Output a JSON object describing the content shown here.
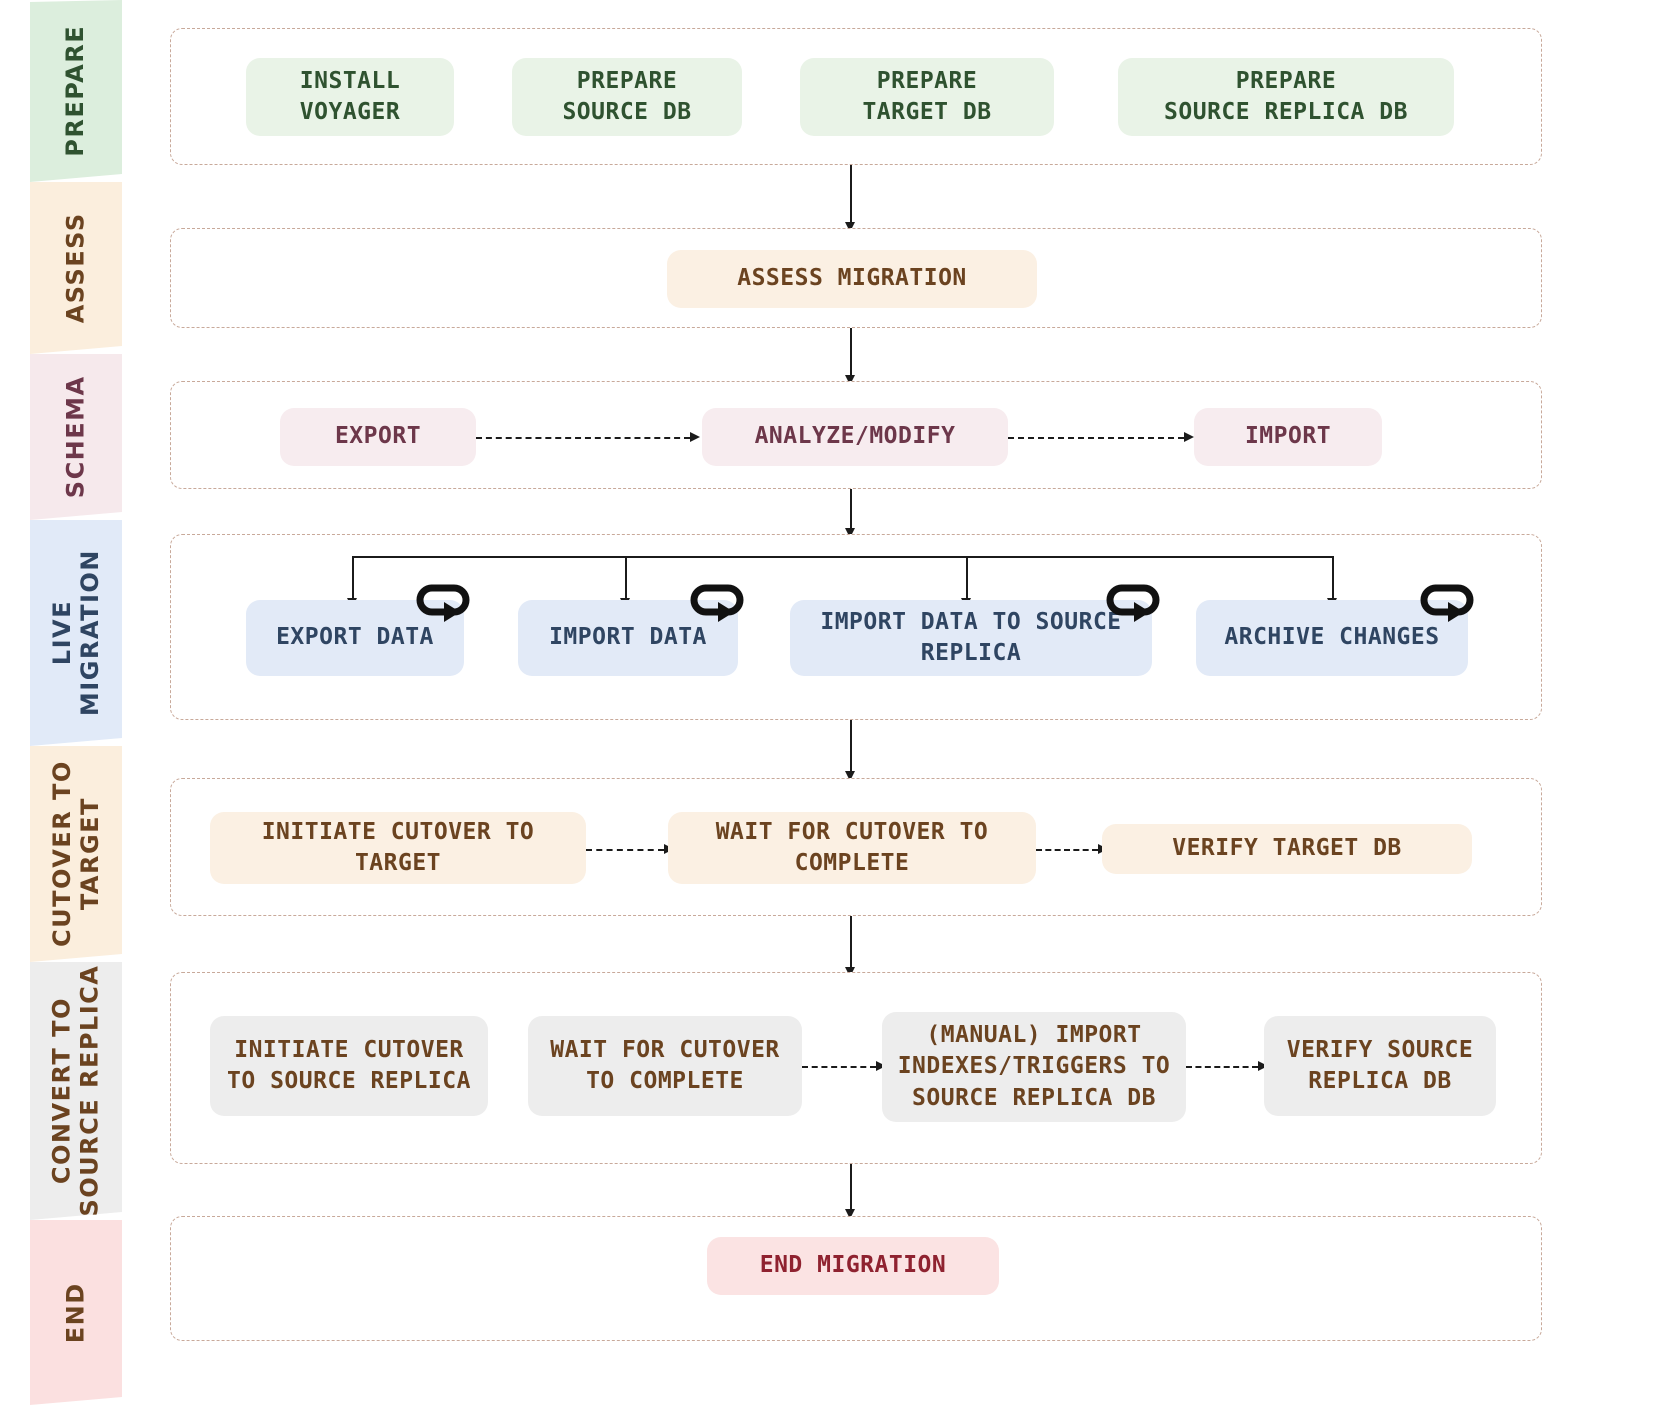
{
  "diagram": {
    "title": "YugabyteDB Voyager live migration with fall-forward workflow",
    "colors": {
      "prepare_band": "#dceedd",
      "prepare_text": "#2f5230",
      "assess_band": "#fbeedd",
      "assess_text": "#6b4320",
      "schema_band": "#f6e9ec",
      "schema_text": "#6d374a",
      "live_band": "#e1eaf8",
      "live_text": "#2f4562",
      "cutover_band": "#fbeedd",
      "cutover_text": "#6b4320",
      "convert_band": "#ededed",
      "convert_text": "#6b4320",
      "end_band": "#fbe0e0",
      "end_text": "#6b4320",
      "row_border": "#c8a99a",
      "connector": "#1b1b1b"
    },
    "phases": [
      {
        "id": "prepare",
        "label": "PREPARE",
        "nodes": [
          {
            "id": "install-voyager",
            "lines": [
              "INSTALL",
              "VOYAGER"
            ]
          },
          {
            "id": "prepare-source-db",
            "lines": [
              "PREPARE",
              "SOURCE DB"
            ]
          },
          {
            "id": "prepare-target-db",
            "lines": [
              "PREPARE",
              "TARGET DB"
            ]
          },
          {
            "id": "prepare-source-replica-db",
            "lines": [
              "PREPARE",
              "SOURCE REPLICA DB"
            ]
          }
        ]
      },
      {
        "id": "assess",
        "label": "ASSESS",
        "nodes": [
          {
            "id": "assess-migration",
            "lines": [
              "ASSESS MIGRATION"
            ]
          }
        ]
      },
      {
        "id": "schema",
        "label": "SCHEMA",
        "nodes": [
          {
            "id": "export",
            "lines": [
              "EXPORT"
            ]
          },
          {
            "id": "analyze-modify",
            "lines": [
              "ANALYZE/MODIFY"
            ]
          },
          {
            "id": "import",
            "lines": [
              "IMPORT"
            ]
          }
        ]
      },
      {
        "id": "live-migration",
        "label": "LIVE\nMIGRATION",
        "label_lines": [
          "LIVE",
          "MIGRATION"
        ],
        "nodes": [
          {
            "id": "export-data",
            "lines": [
              "EXPORT DATA"
            ],
            "loop": true
          },
          {
            "id": "import-data",
            "lines": [
              "IMPORT DATA"
            ],
            "loop": true
          },
          {
            "id": "import-data-to-source-replica",
            "lines": [
              "IMPORT DATA TO SOURCE",
              "REPLICA"
            ],
            "loop": true
          },
          {
            "id": "archive-changes",
            "lines": [
              "ARCHIVE CHANGES"
            ],
            "loop": true
          }
        ]
      },
      {
        "id": "cutover-to-target",
        "label_lines": [
          "CUTOVER TO",
          "TARGET"
        ],
        "nodes": [
          {
            "id": "initiate-cutover-to-target",
            "lines": [
              "INITIATE CUTOVER TO",
              "TARGET"
            ]
          },
          {
            "id": "wait-for-cutover-to-complete",
            "lines": [
              "WAIT FOR CUTOVER TO",
              "COMPLETE"
            ]
          },
          {
            "id": "verify-target-db",
            "lines": [
              "VERIFY TARGET DB"
            ]
          }
        ]
      },
      {
        "id": "convert-to-source-replica",
        "label_lines": [
          "CONVERT TO",
          "SOURCE REPLICA"
        ],
        "nodes": [
          {
            "id": "initiate-cutover-to-source-replica",
            "lines": [
              "INITIATE CUTOVER",
              "TO SOURCE REPLICA"
            ]
          },
          {
            "id": "wait-for-cutover-to-complete-2",
            "lines": [
              "WAIT FOR CUTOVER",
              "TO COMPLETE"
            ]
          },
          {
            "id": "manual-import-indexes-triggers",
            "lines": [
              "(MANUAL) IMPORT",
              "INDEXES/TRIGGERS TO",
              "SOURCE REPLICA DB"
            ]
          },
          {
            "id": "verify-source-replica-db",
            "lines": [
              "VERIFY SOURCE",
              "REPLICA DB"
            ]
          }
        ]
      },
      {
        "id": "end",
        "label": "END",
        "nodes": [
          {
            "id": "end-migration",
            "lines": [
              "END MIGRATION"
            ]
          }
        ]
      }
    ],
    "icons": {
      "loop": "loop-icon"
    }
  }
}
